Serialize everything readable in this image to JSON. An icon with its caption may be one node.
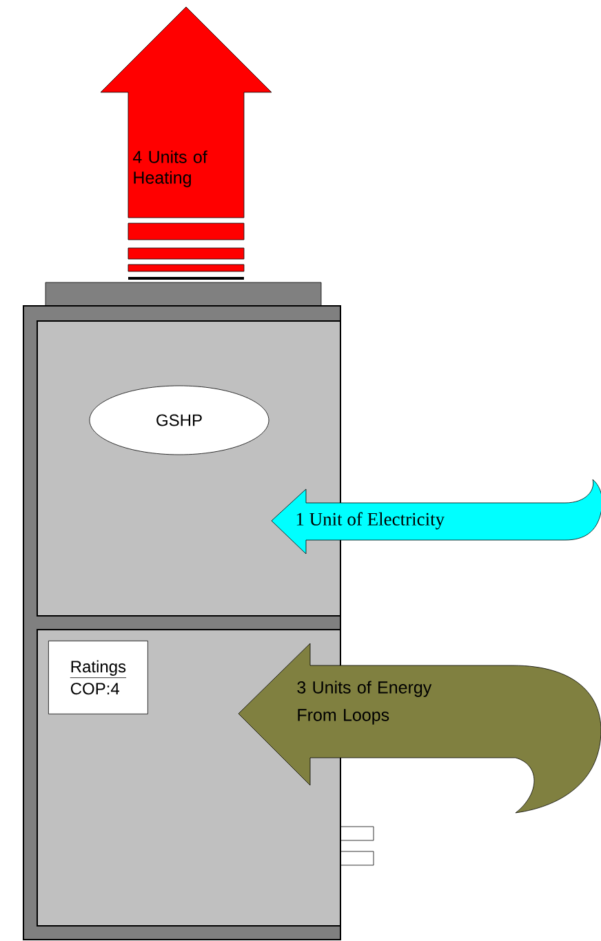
{
  "diagram": {
    "nodes": [
      {
        "text": [],
        "shape": "box"
      },
      {
        "text": [],
        "shape": "box",
        "in": 0
      },
      {
        "text": [
          "GSHP"
        ],
        "in": 1
      },
      {
        "text": [],
        "shape": "box",
        "in": 0
      },
      {
        "text": [
          "Ratings",
          "COP:4"
        ],
        "in": 3
      },
      {
        "text": [
          "4 Units of Heating"
        ]
      },
      {
        "text": [
          "1 Unit of Electricity"
        ]
      },
      {
        "text": [
          "3 Units of Energy From Loops"
        ]
      }
    ]
  }
}
